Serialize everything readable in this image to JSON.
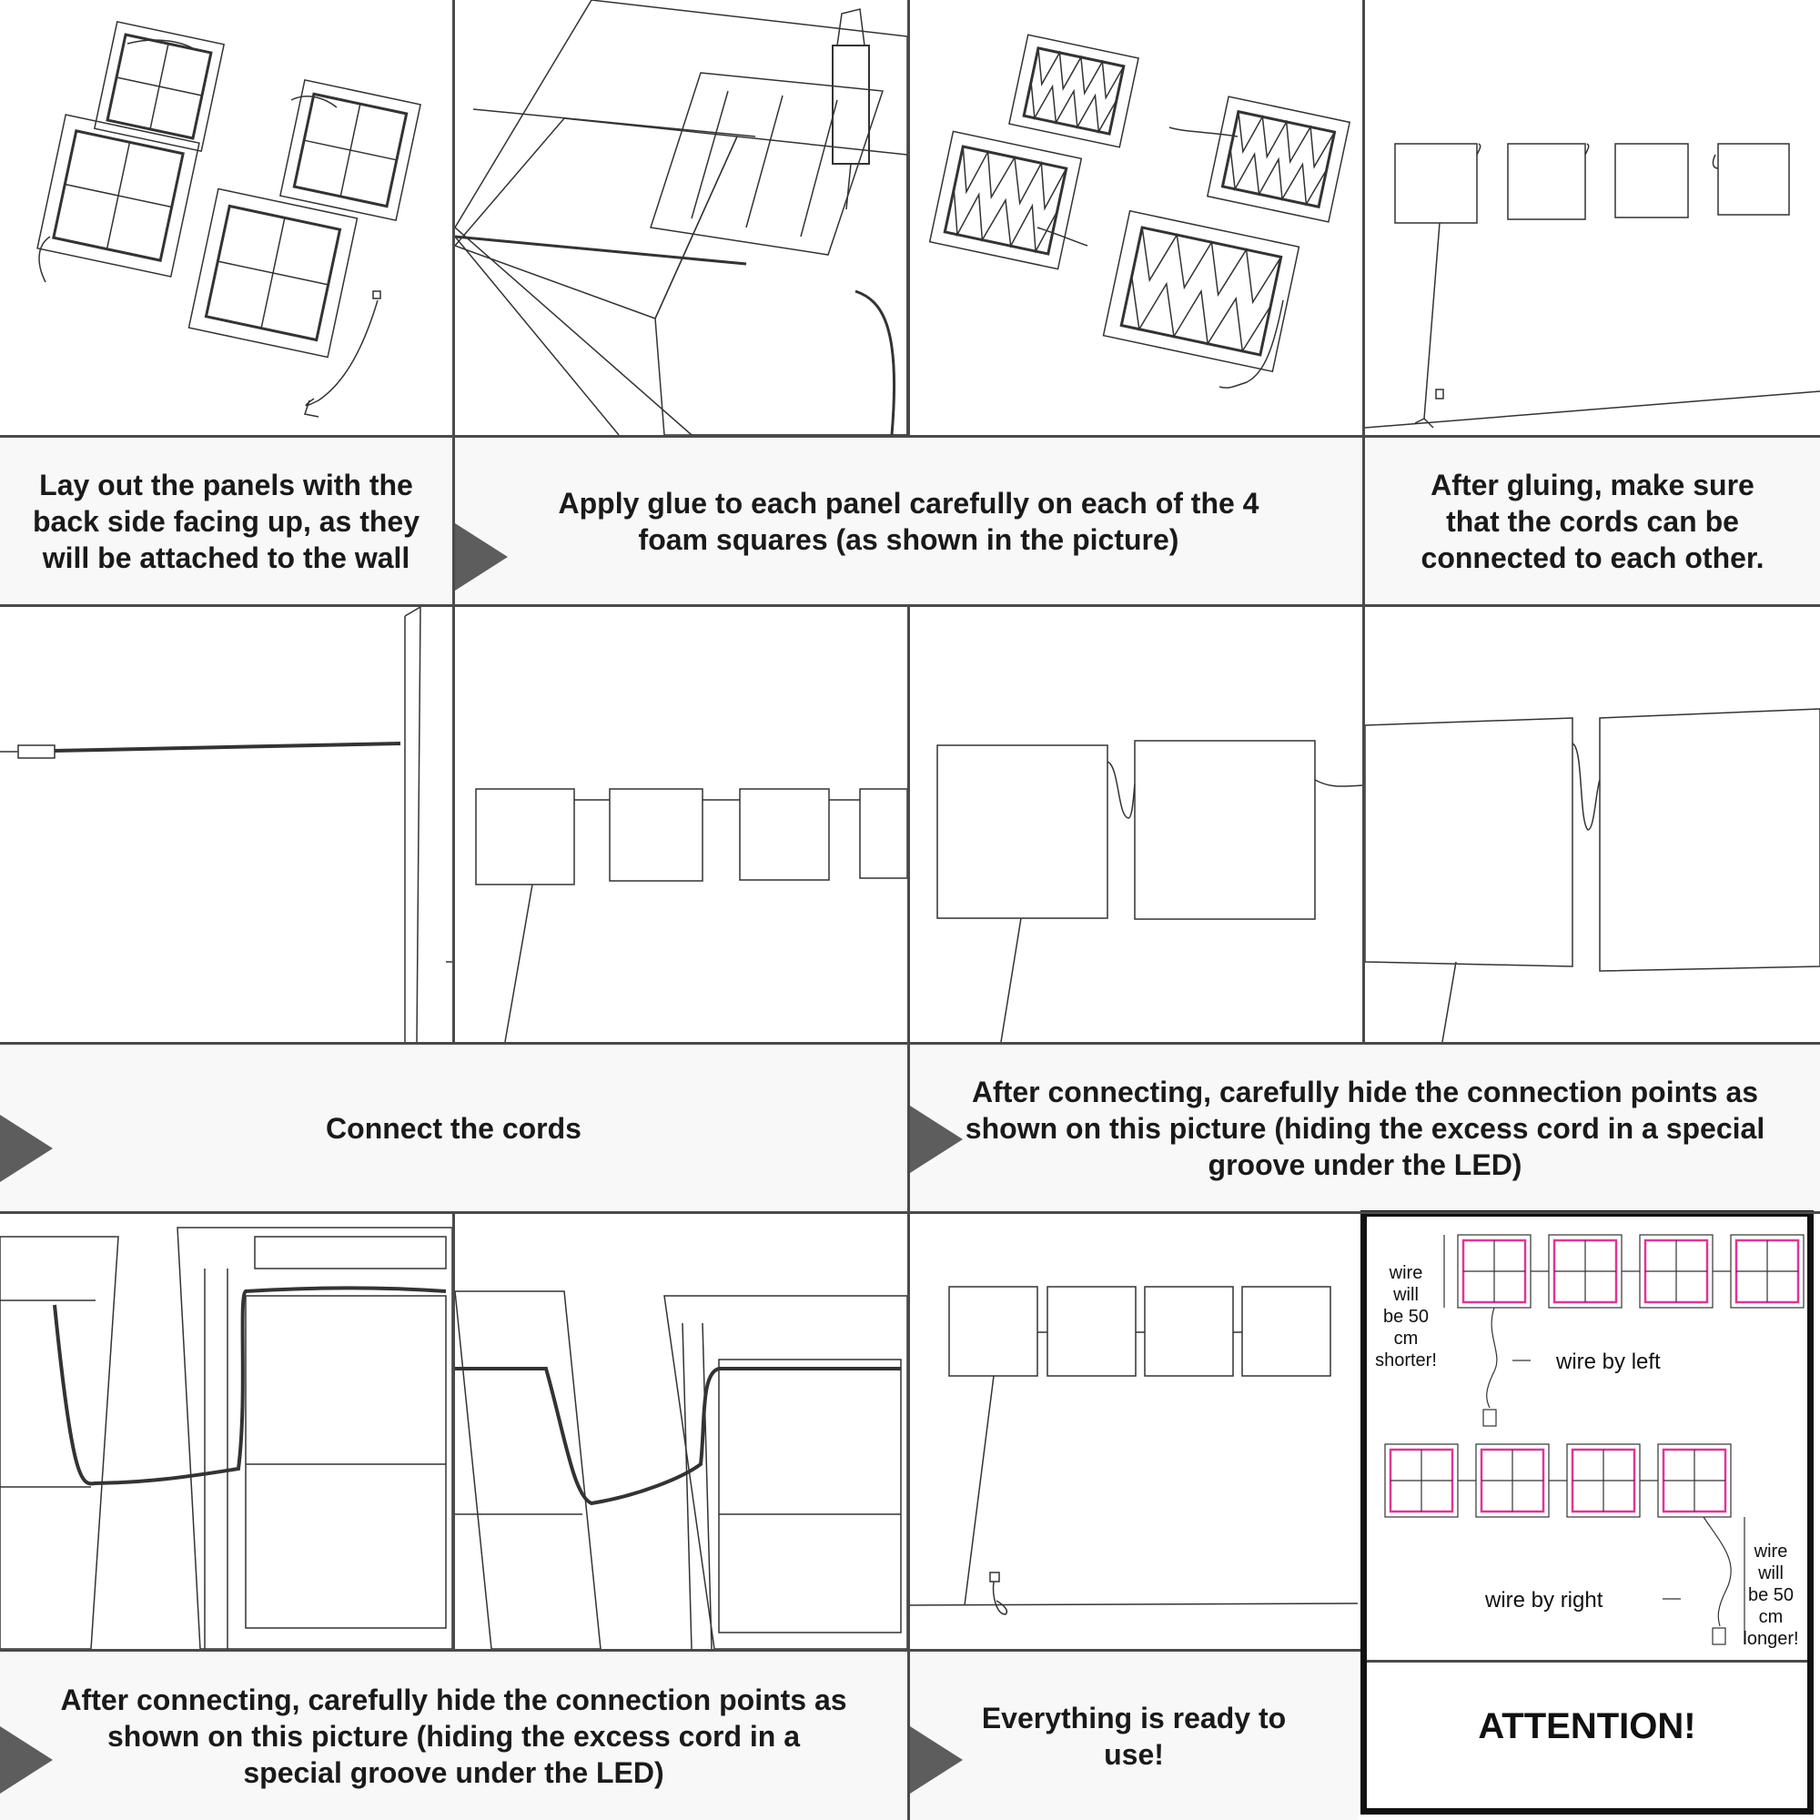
{
  "steps": {
    "lay_out": "Lay out the panels with the back side facing up, as they will be attached to the wall",
    "apply_glue": "Apply glue to each panel carefully on each of the 4 foam squares (as shown in the picture)",
    "after_gluing": "After gluing, make sure that the cords can be connected to each other.",
    "connect_cords": "Connect the cords",
    "hide_connections_1": "After connecting, carefully hide the connection points as shown on this picture (hiding the excess cord in a special groove under the LED)",
    "hide_connections_2": "After connecting, carefully hide the connection points as shown on this picture (hiding the excess cord in a special groove under the LED)",
    "ready": "Everything is ready to use!"
  },
  "attention": {
    "title": "ATTENTION!",
    "note_shorter": "wire\nwill\nbe 50\ncm\nshorter!",
    "wire_by_left": "wire by left",
    "wire_by_right": "wire by right",
    "note_longer": "wire\nwill\nbe 50\ncm\nlonger!"
  },
  "colors": {
    "divider": "#4a4a4a",
    "caption_bg": "#f8f8f8",
    "arrow": "#5d5d5d",
    "led_highlight": "#e0359a"
  }
}
